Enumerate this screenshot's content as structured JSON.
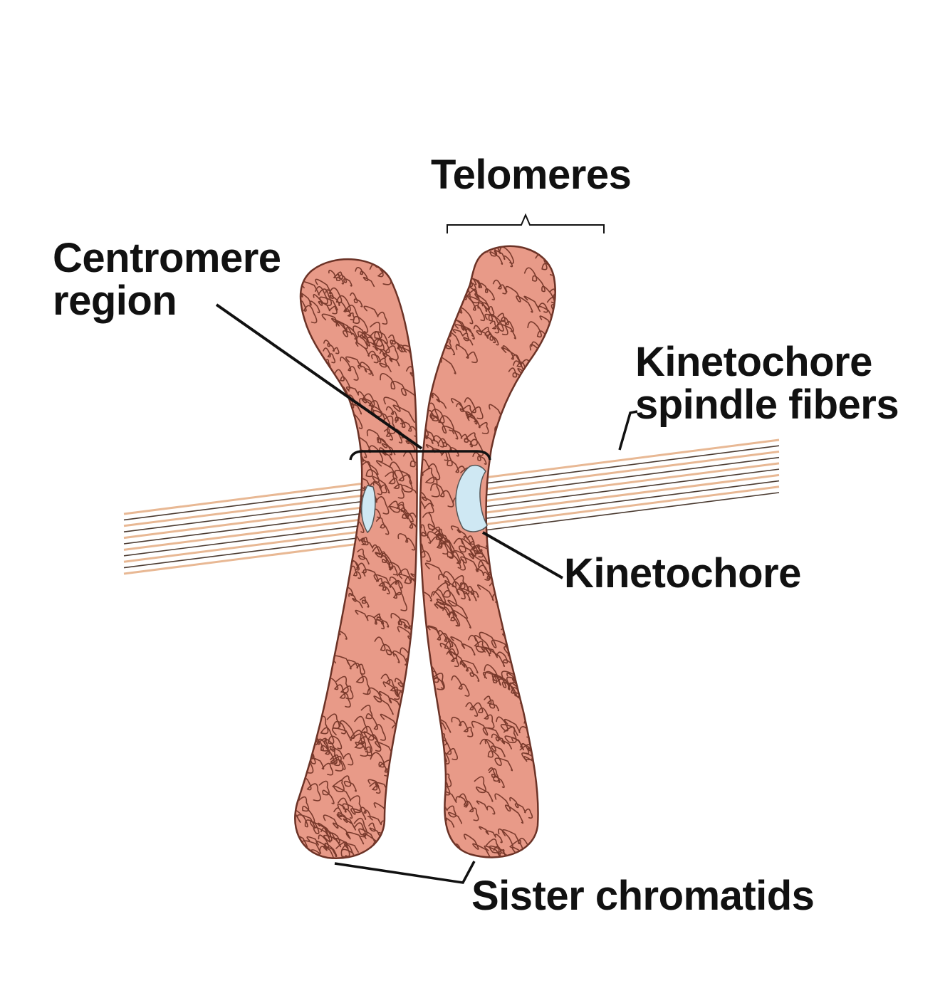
{
  "labels": {
    "telomeres": "Telomeres",
    "centromere_line1": "Centromere",
    "centromere_line2": "region",
    "kinetochore_fibers_line1": "Kinetochore",
    "kinetochore_fibers_line2": "spindle fibers",
    "kinetochore": "Kinetochore",
    "sister_chromatids": "Sister chromatids"
  },
  "colors": {
    "chromatid_fill": "#e89a88",
    "chromatid_coil": "#7a3a2c",
    "kinetochore": "#cfe8f3",
    "fiber_tan": "#e8b894",
    "fiber_dark": "#4a3a30",
    "leader": "#111111"
  }
}
